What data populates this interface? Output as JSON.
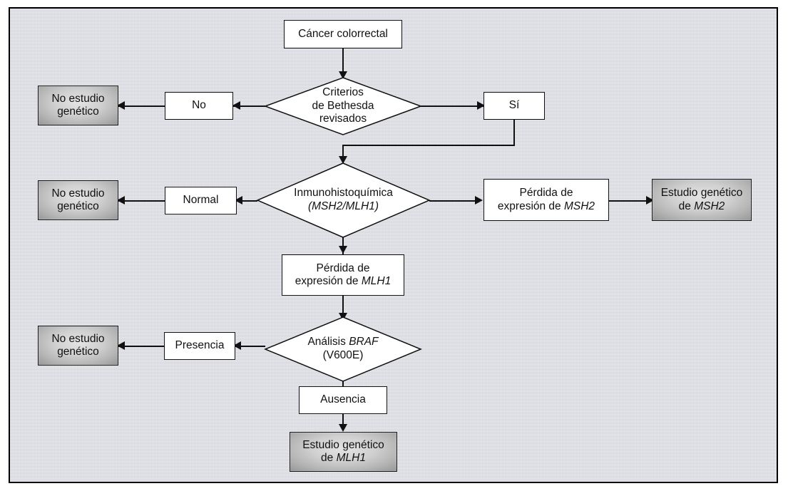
{
  "figure": {
    "type": "flowchart",
    "language": "es",
    "title_text": "",
    "background_color": "#d6d7d9",
    "shaded_node_color": "#b4b4b4",
    "line_color": "#111111"
  },
  "nodes": {
    "start": {
      "label": "Cáncer colorrectal",
      "shape": "box"
    },
    "bethesda": {
      "line1": "Criterios",
      "line2": "de Bethesda",
      "line3": "revisados",
      "shape": "diamond"
    },
    "bethesda_no": {
      "label": "No",
      "shape": "box"
    },
    "bethesda_si": {
      "label": "Sí",
      "shape": "box"
    },
    "no_genetic_1": {
      "line1": "No estudio",
      "line2": "genético",
      "shape": "box-shaded"
    },
    "ihq": {
      "line1": "Inmunohistoquímica",
      "line2": "(MSH2/MLH1)",
      "line2_italic": true,
      "shape": "diamond"
    },
    "ihq_normal": {
      "label": "Normal",
      "shape": "box"
    },
    "no_genetic_2": {
      "line1": "No estudio",
      "line2": "genético",
      "shape": "box-shaded"
    },
    "loss_msh2": {
      "line1": "Pérdida de",
      "line2_pre": "expresión de ",
      "line2_gene": "MSH2",
      "shape": "box"
    },
    "study_msh2": {
      "line1": "Estudio genético",
      "line2_pre": "de ",
      "line2_gene": "MSH2",
      "shape": "box-shaded"
    },
    "loss_mlh1": {
      "line1": "Pérdida de",
      "line2_pre": "expresión de ",
      "line2_gene": "MLH1",
      "shape": "box"
    },
    "braf": {
      "line1_pre": "Análisis ",
      "line1_gene": "BRAF",
      "line2": "(V600E)",
      "shape": "diamond"
    },
    "braf_presence": {
      "label": "Presencia",
      "shape": "box"
    },
    "no_genetic_3": {
      "line1": "No estudio",
      "line2": "genético",
      "shape": "box-shaded"
    },
    "braf_absence": {
      "label": "Ausencia",
      "shape": "box"
    },
    "study_mlh1": {
      "line1": "Estudio genético",
      "line2_pre": "de ",
      "line2_gene": "MLH1",
      "shape": "box-shaded"
    }
  },
  "edges": [
    {
      "from": "start",
      "to": "bethesda",
      "label": ""
    },
    {
      "from": "bethesda",
      "to": "bethesda_no",
      "label": "No"
    },
    {
      "from": "bethesda_no",
      "to": "no_genetic_1",
      "label": ""
    },
    {
      "from": "bethesda",
      "to": "bethesda_si",
      "label": "Sí"
    },
    {
      "from": "bethesda_si",
      "to": "ihq",
      "label": ""
    },
    {
      "from": "ihq",
      "to": "ihq_normal",
      "label": "Normal"
    },
    {
      "from": "ihq_normal",
      "to": "no_genetic_2",
      "label": ""
    },
    {
      "from": "ihq",
      "to": "loss_msh2",
      "label": ""
    },
    {
      "from": "loss_msh2",
      "to": "study_msh2",
      "label": ""
    },
    {
      "from": "ihq",
      "to": "loss_mlh1",
      "label": ""
    },
    {
      "from": "loss_mlh1",
      "to": "braf",
      "label": ""
    },
    {
      "from": "braf",
      "to": "braf_presence",
      "label": "Presencia"
    },
    {
      "from": "braf_presence",
      "to": "no_genetic_3",
      "label": ""
    },
    {
      "from": "braf",
      "to": "braf_absence",
      "label": "Ausencia"
    },
    {
      "from": "braf_absence",
      "to": "study_mlh1",
      "label": ""
    }
  ]
}
